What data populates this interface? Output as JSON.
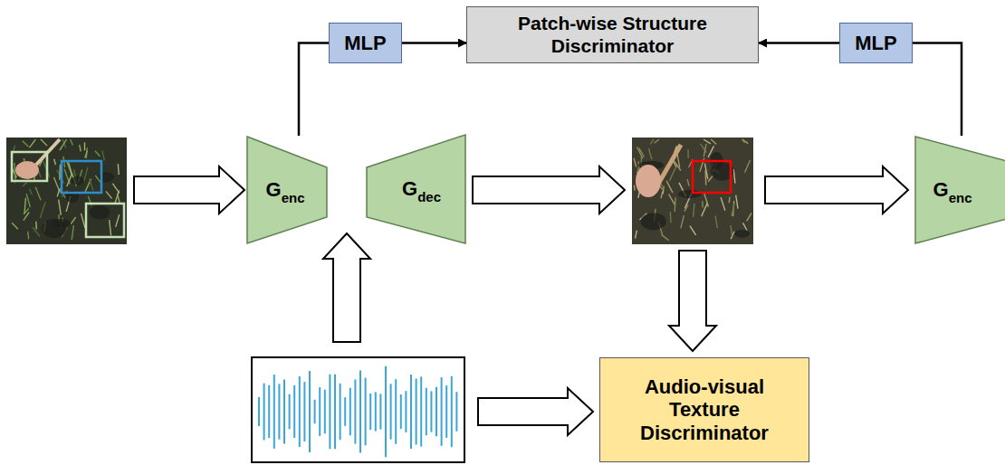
{
  "diagram": {
    "nodes": [
      {
        "text": [
          "MLP"
        ]
      },
      {
        "text": [
          "Patch-wise Structure Discriminator"
        ]
      },
      {
        "text": [
          "MLP"
        ]
      },
      {
        "text": [
          "G",
          "enc"
        ]
      },
      {
        "text": [
          "G",
          "dec"
        ]
      },
      {
        "text": [
          "G",
          "enc"
        ]
      },
      {
        "text": [
          "Audio-visual Texture Discriminator"
        ]
      }
    ],
    "edges": [
      {
        "from": 3,
        "to": 0,
        "arrow": "none"
      },
      {
        "from": 0,
        "to": 1,
        "arrow": "to"
      },
      {
        "from": 2,
        "to": 1,
        "arrow": "to"
      },
      {
        "from": 5,
        "to": 2,
        "arrow": "none"
      }
    ]
  }
}
